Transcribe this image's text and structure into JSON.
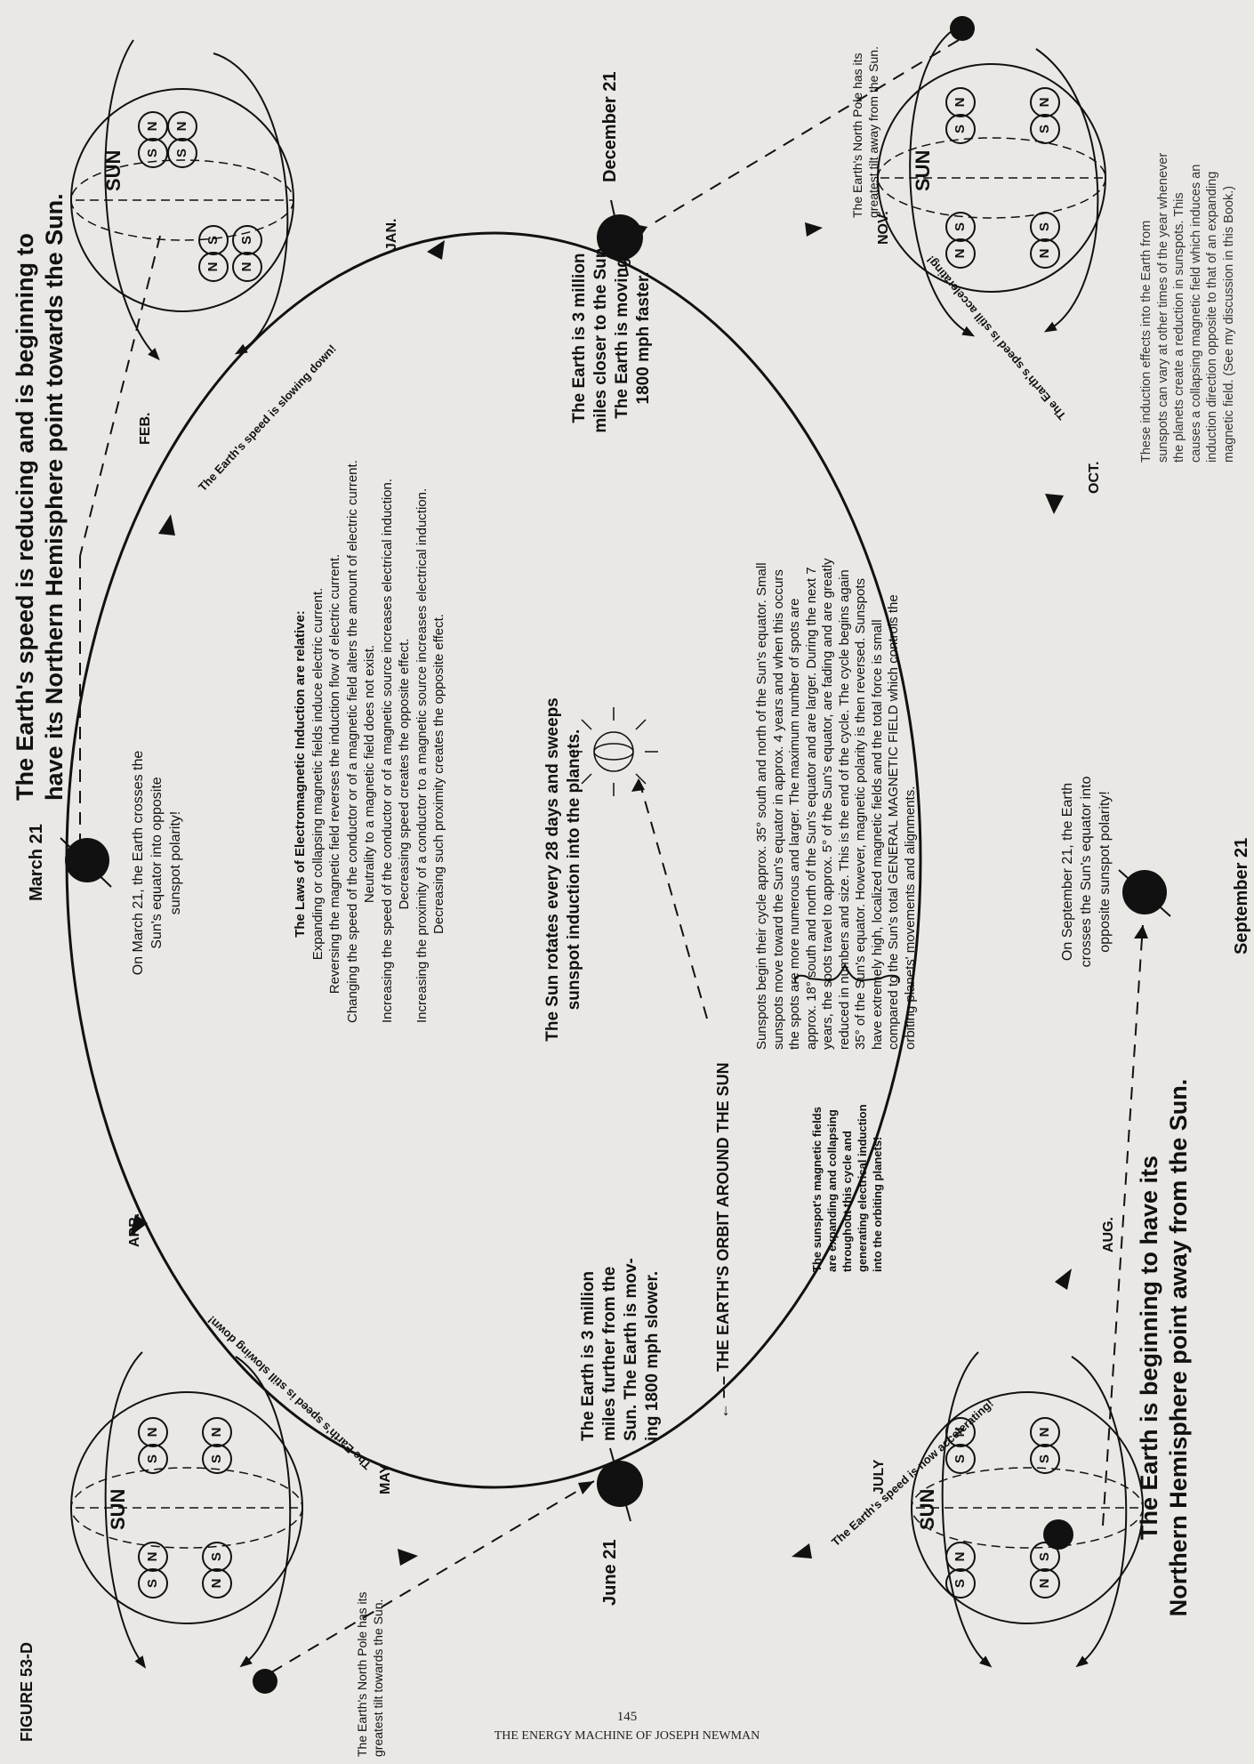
{
  "figure_label": "FIGURE 53-D",
  "headings": {
    "top": [
      "The Earth's speed is reducing and is beginning to",
      "have its Northern Hemisphere point towards the Sun."
    ],
    "bottom": [
      "The Earth is beginning to have its",
      "Northern Hemisphere point away from the Sun."
    ]
  },
  "dates": {
    "march": "March 21",
    "june": "June 21",
    "september": "September 21",
    "december": "December 21"
  },
  "months": {
    "jan": "JAN.",
    "feb": "FEB.",
    "apr": "APR.",
    "may": "MAY",
    "july": "JULY",
    "aug": "AUG.",
    "oct": "OCT.",
    "nov": "NOV."
  },
  "speed_notes": {
    "slowing": "The Earth's speed is slowing down!",
    "still_slowing": "The Earth's speed is still slowing down!",
    "now_accelerating": "The Earth's speed is now accelerating!",
    "still_accelerating": "The Earth's speed is still accelerating!"
  },
  "march_note": [
    "On March 21, the Earth crosses the",
    "Sun's equator into opposite",
    "sunspot polarity!"
  ],
  "september_note": [
    "On September 21, the Earth",
    "crosses the Sun's equator into",
    "opposite sunspot polarity!"
  ],
  "december_note": [
    "The Earth is 3 million",
    "miles closer to the Sun.",
    "The Earth is moving",
    "1800 mph faster."
  ],
  "june_note": [
    "The Earth is 3 million",
    "miles further from the",
    "Sun. The Earth is mov-",
    "ing 1800 mph slower."
  ],
  "north_pole_away": [
    "The Earth's North Pole has its",
    "greatest tilt away from the Sun."
  ],
  "north_pole_towards": [
    "The Earth's North Pole has its",
    "greatest tilt towards the Sun."
  ],
  "orbit_label": "THE EARTH'S ORBIT AROUND THE SUN",
  "sun_rotation": [
    "The Sun rotates every 28 days and sweeps",
    "sunspot induction into the planets."
  ],
  "laws": {
    "title": "The Laws of Electromagnetic Induction are relative:",
    "lines": [
      "Expanding or collapsing magnetic fields induce electric current.",
      "Reversing the magnetic field reverses the induction flow of electric current.",
      "Changing the speed of the conductor or of a magnetic field alters the amount of electric current.",
      "Neutrality to a magnetic field does not exist.",
      "Increasing the speed of the conductor or of a magnetic source increases electrical induction.",
      "Decreasing speed creates the opposite effect.",
      "Increasing the proximity of a conductor to a magnetic source increases electrical induction.",
      "Decreasing such proximity creates the opposite effect."
    ]
  },
  "sunspot_cycle": [
    "Sunspots begin their cycle approx. 35° south and north of the Sun's equator. Small",
    "sunspots move toward the Sun's equator in approx. 4 years and when this occurs",
    "the spots are more numerous and larger. The maximum number of spots are",
    "approx. 18° south and north of the Sun's equator and are larger. During the next 7",
    "years, the spots travel to approx. 5° of the Sun's equator, are fading and are greatly",
    "reduced in numbers and size. This is the end of the cycle. The cycle begins again",
    "35° of the Sun's equator. However, magnetic polarity is then reversed. Sunspots",
    "have extremely high, localized magnetic fields and the total force is small",
    "compared to the Sun's total GENERAL MAGNETIC FIELD which controls the",
    "orbiting planets' movements and alignments."
  ],
  "sunspot_fields": [
    "The sunspot's magnetic fields",
    "are expanding and collapsing",
    "throughout this cycle and",
    "generating electrical induction",
    "into the orbiting planets!"
  ],
  "induction_effects": [
    "These induction effects into the Earth from",
    "sunspots can vary at other times of the year whenever",
    "the planets create a reduction in sunspots. This",
    "causes a collapsing magnetic field which induces an",
    "induction direction opposite to that of an expanding",
    "magnetic field. (See my discussion in this Book.)"
  ],
  "sun_diagram": {
    "label": "SUN",
    "spots": [
      "N",
      "S"
    ]
  },
  "footer": {
    "page_number": "145",
    "book_title": "THE ENERGY MACHINE OF JOSEPH NEWMAN"
  }
}
